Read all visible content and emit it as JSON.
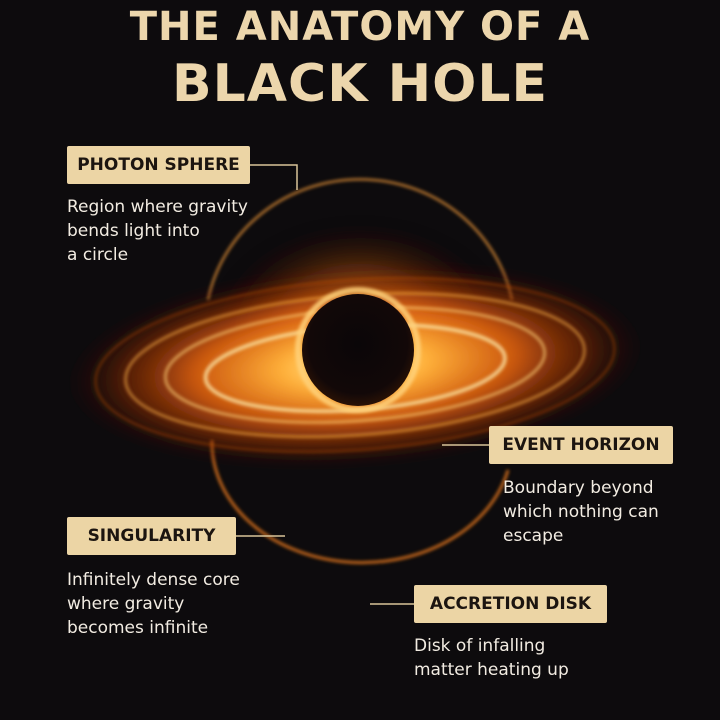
{
  "title": {
    "line1": "THE ANATOMY OF A",
    "line2": "BLACK HOLE"
  },
  "labels": [
    {
      "id": "photon-sphere",
      "name": "PHOTON SPHERE",
      "description": "Region where gravity\nbends light into\na circle"
    },
    {
      "id": "event-horizon",
      "name": "EVENT HORIZON",
      "description": "Boundary beyond\nwhich nothing can\nescape"
    },
    {
      "id": "singularity",
      "name": "SINGULARITY",
      "description": "Infinitely dense core\nwhere gravity\nbecomes infinite"
    },
    {
      "id": "accretion-disk",
      "name": "ACCRETION DISK",
      "description": "Disk of infalling\nmatter heating up"
    }
  ],
  "colors": {
    "background": "#0d0b0d",
    "label_fill": "#ecd5a5",
    "title": "#ecd6ac",
    "glow": "#ff8a1e"
  }
}
